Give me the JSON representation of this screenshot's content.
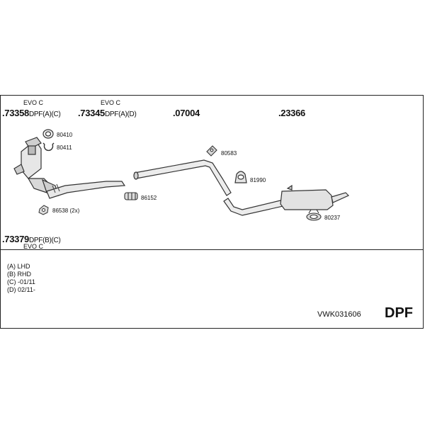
{
  "diagram": {
    "parts": [
      {
        "evo": "EVO C",
        "number": ".73358",
        "suffix": "DPF(A)(C)"
      },
      {
        "evo": "EVO C",
        "number": ".73345",
        "suffix": "DPF(A)(D)"
      },
      {
        "evo": "",
        "number": ".07004",
        "suffix": ""
      },
      {
        "evo": "",
        "number": ".23366",
        "suffix": ""
      },
      {
        "evo": "EVO C",
        "number": ".73379",
        "suffix": "DPF(B)(C)"
      }
    ],
    "accessories": {
      "a80410": "80410",
      "a80411": "80411",
      "a86538": "86538 (2x)",
      "a86152": "86152",
      "a80583": "80583",
      "a81990": "81990",
      "a80237": "80237"
    },
    "legend": [
      "(A) LHD",
      "(B) RHD",
      "(C) -01/11",
      "(D) 02/11-"
    ],
    "code": "VWK031606",
    "type_label": "DPF"
  }
}
